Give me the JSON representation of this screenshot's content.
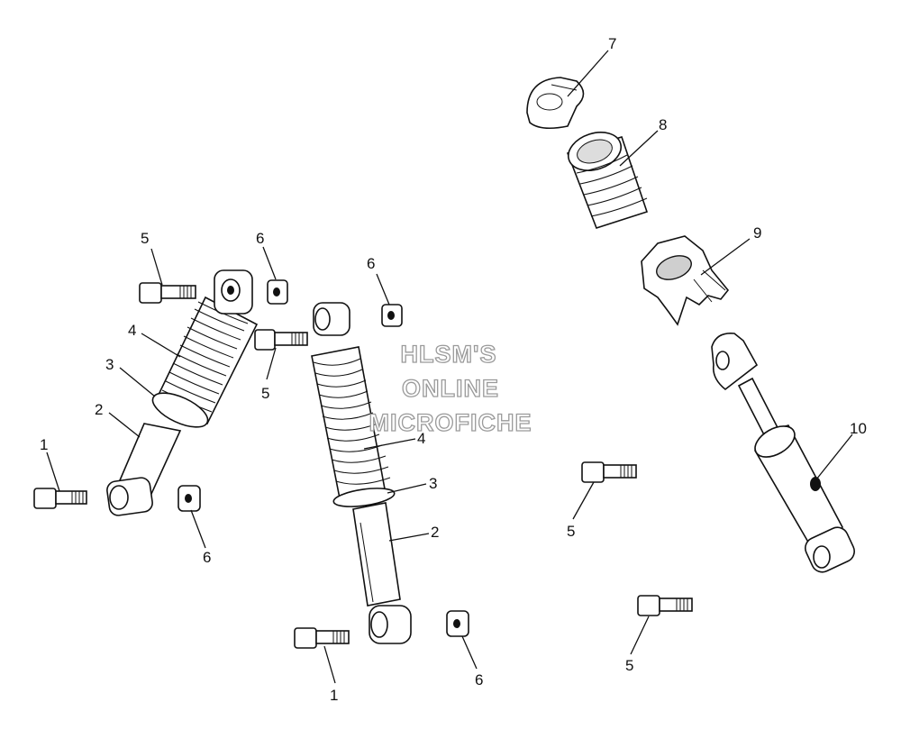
{
  "watermark": {
    "line1": "HLSM'S",
    "line2": "ONLINE",
    "line3": "MICROFICHE"
  },
  "callouts": {
    "c1a": "1",
    "c1b": "1",
    "c2a": "2",
    "c2b": "2",
    "c3a": "3",
    "c3b": "3",
    "c4a": "4",
    "c4b": "4",
    "c5a": "5",
    "c5b": "5",
    "c5c": "5",
    "c5d": "5",
    "c6a": "6",
    "c6b": "6",
    "c6c": "6",
    "c6d": "6",
    "c7": "7",
    "c8": "8",
    "c9": "9",
    "c10": "10"
  }
}
